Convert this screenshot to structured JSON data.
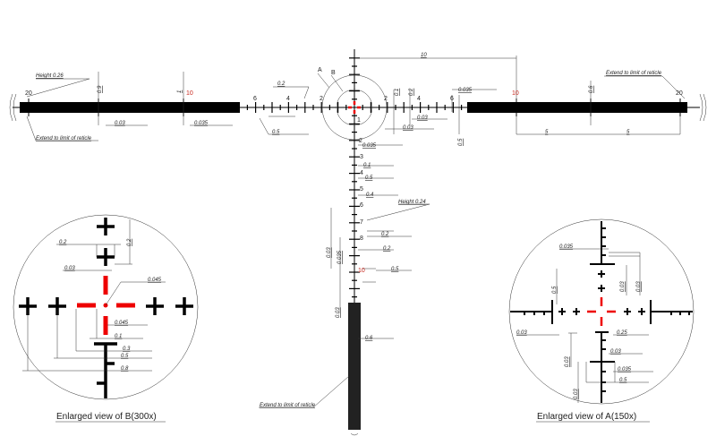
{
  "main_reticle": {
    "top_dim": "10",
    "callout_a": "A",
    "callout_b": "B",
    "left": {
      "height_label": "Height 0.26",
      "dim_09": "0.9",
      "dim_1": "1",
      "dim_003": "0.03",
      "dim_0035": "0.035",
      "extend": "Extend to limit of reticle",
      "dim_02": "0.2",
      "dim_05": "0.5"
    },
    "right": {
      "dim_01": "0.1",
      "dim_02": "0.2",
      "dim_0035": "0.035",
      "dim_003a": "0.03",
      "dim_003b": "0.03",
      "dim_05": "0.5",
      "extend": "Extend to limit of reticle",
      "dim_06": "0.6",
      "dim_5a": "5",
      "dim_5b": "5"
    },
    "vertical": {
      "dim_0035": "0.035",
      "dim_01": "0.1",
      "dim_05": "0.5",
      "dim_04": "0.4",
      "height_label": "Height 0.24",
      "dim_02a": "0.2",
      "dim_02b": "0.2",
      "dim_05b": "0.5",
      "dim_06": "0.6",
      "dim_003": "0.03",
      "dim_0035v": "0.035",
      "dim_003b": "0.03",
      "extend": "Extend to limit of reticle"
    },
    "h_numbers": {
      "l20": "20",
      "l10": "10",
      "l6": "6",
      "l4": "4",
      "l2": "2",
      "r2": "2",
      "r4": "4",
      "r6": "6",
      "r10": "10",
      "r20": "20"
    },
    "v_numbers": [
      "1",
      "2",
      "3",
      "4",
      "5",
      "6",
      "7",
      "8",
      "10"
    ]
  },
  "view_b": {
    "caption": "Enlarged view  of  B(300x)",
    "labels": {
      "d02": "0.2",
      "d02v": "0.2",
      "d003": "0.03",
      "d0045a": "0.045",
      "d0045b": "0.045",
      "d01": "0.1",
      "d03": "0.3",
      "d05": "0.5",
      "d08": "0.8"
    }
  },
  "view_a": {
    "caption": "Enlarged view  of  A(150x)",
    "labels": {
      "d0035": "0.035",
      "d003v1": "0.03",
      "d003v2": "0.03",
      "d05v": "0.5",
      "d003": "0.03",
      "d025": "0.25",
      "d003b": "0.03",
      "d003v3": "0.03",
      "d0035b": "0.035",
      "d05": "0.5",
      "d003v4": "0.03"
    }
  },
  "colors": {
    "reticle": "#000000",
    "center_mark": "#e00000",
    "number_red": "#c8281e"
  }
}
